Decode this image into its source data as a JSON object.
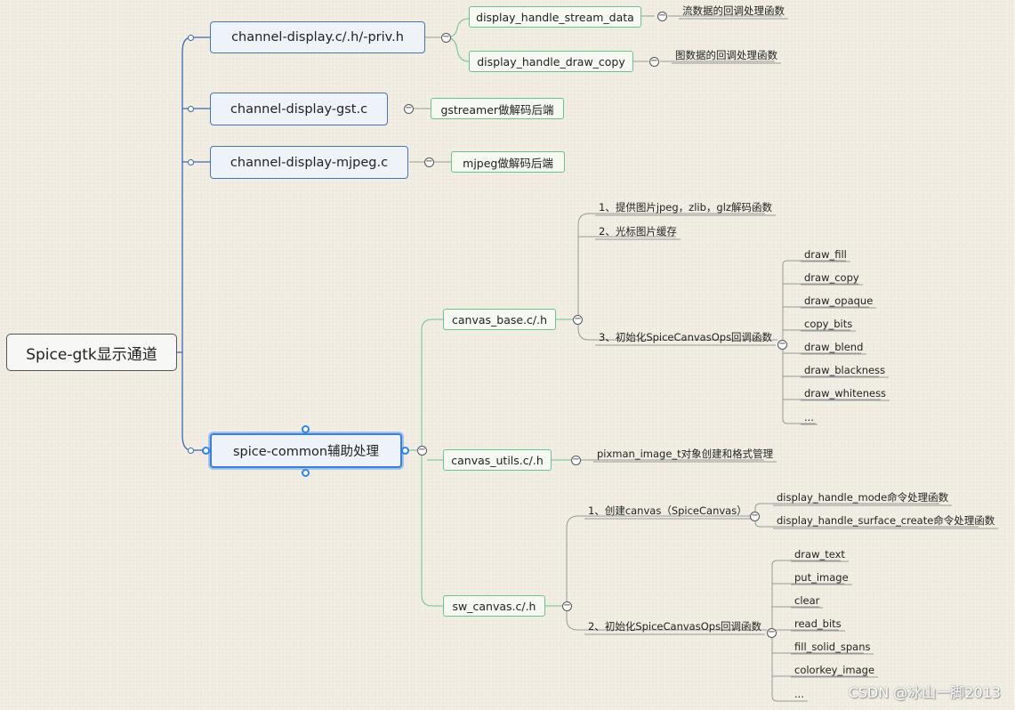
{
  "root": {
    "label": "Spice-gtk显示通道"
  },
  "channels": {
    "display": {
      "label": "channel-display.c/.h/-priv.h",
      "children": [
        {
          "label": "display_handle_stream_data",
          "note": "流数据的回调处理函数"
        },
        {
          "label": "display_handle_draw_copy",
          "note": "图数据的回调处理函数"
        }
      ]
    },
    "gst": {
      "label": "channel-display-gst.c",
      "child": "gstreamer做解码后端"
    },
    "mjpeg": {
      "label": "channel-display-mjpeg.c",
      "child": "mjpeg做解码后端"
    },
    "common": {
      "label": "spice-common辅助处理"
    }
  },
  "canvas_base": {
    "label": "canvas_base.c/.h",
    "items": [
      "1、提供图片jpeg，zlib，glz解码函数",
      "2、光标图片缓存",
      "3、初始化SpiceCanvasOps回调函数"
    ],
    "ops": [
      "draw_fill",
      "draw_copy",
      "draw_opaque",
      "copy_bits",
      "draw_blend",
      "draw_blackness",
      "draw_whiteness",
      "..."
    ]
  },
  "canvas_utils": {
    "label": "canvas_utils.c/.h",
    "item": "pixman_image_t对象创建和格式管理"
  },
  "sw_canvas": {
    "label": "sw_canvas.c/.h",
    "items": [
      "1、创建canvas（SpiceCanvas）",
      "2、初始化SpiceCanvasOps回调函数"
    ],
    "create_children": [
      "display_handle_mode命令处理函数",
      "display_handle_surface_create命令处理函数"
    ],
    "ops": [
      "draw_text",
      "put_image",
      "clear",
      "read_bits",
      "fill_solid_spans",
      "colorkey_image",
      "..."
    ]
  },
  "watermark": "CSDN @冰山一脚2013",
  "collapse_symbol": "−"
}
